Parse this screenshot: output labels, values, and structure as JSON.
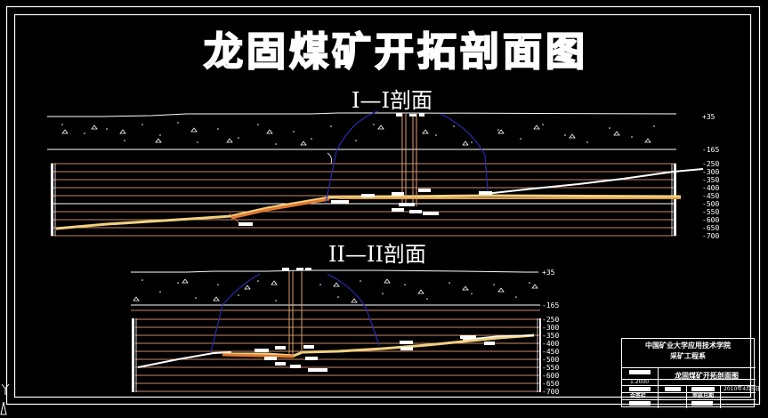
{
  "drawing": {
    "title": "龙固煤矿开拓剖面图",
    "colors": {
      "background": "#000000",
      "frame": "#ffffff",
      "strata_line": "#c98a6a",
      "coal_seam": "#f0b040",
      "roadway": "#e07830",
      "shaft": "#e0a070",
      "boundary_curve": "#2a2ab0",
      "label_box": "#ffffff"
    }
  },
  "sections": [
    {
      "id": "I",
      "title": "I—I剖面",
      "elevation_ticks": [
        "+35",
        "-165",
        "-250",
        "-300",
        "-350",
        "-400",
        "-450",
        "-500",
        "-550",
        "-600",
        "-650",
        "-700"
      ]
    },
    {
      "id": "II",
      "title": "II—II剖面",
      "elevation_ticks": [
        "+35",
        "-165",
        "-250",
        "-300",
        "-350",
        "-400",
        "-450",
        "-500",
        "-550",
        "-600",
        "-650",
        "-700"
      ]
    }
  ],
  "title_block": {
    "school": "中国矿业大学应用技术学院",
    "department": "采矿工程系",
    "scale": "1:2000",
    "drawing_name": "龙固煤矿开拓剖面图",
    "date": "2010年4月5日",
    "countersign": "会签栏",
    "review": "审核日期"
  }
}
